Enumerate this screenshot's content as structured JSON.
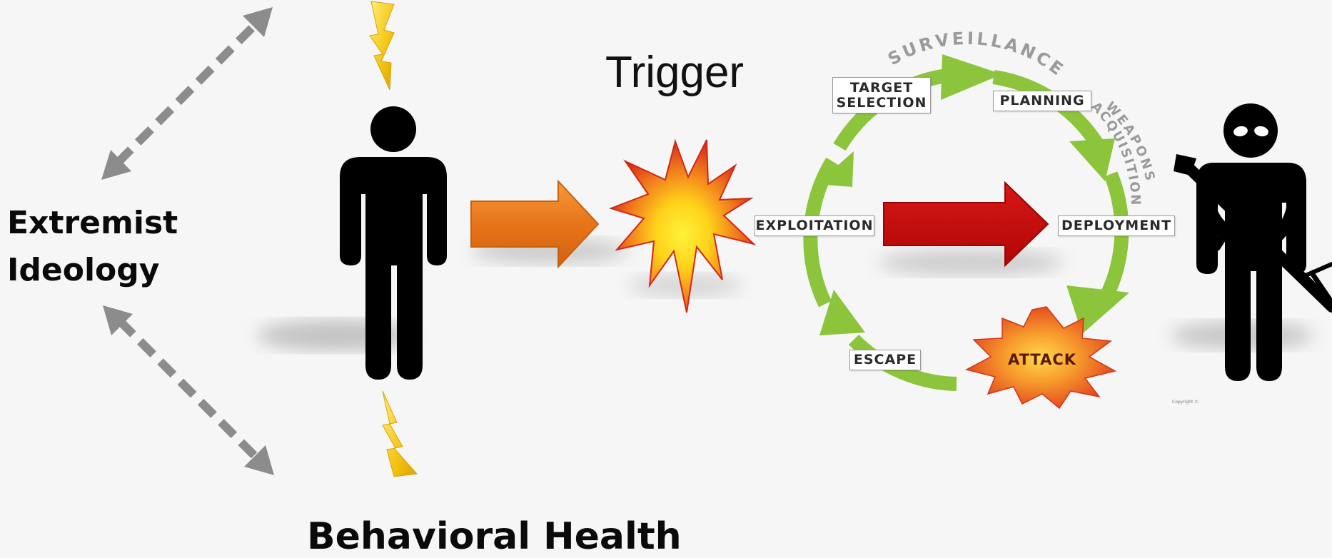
{
  "labels": {
    "ideology_line1": "Extremist",
    "ideology_line2": "Ideology",
    "trigger": "Trigger",
    "behavioral_health": "Behavioral Health"
  },
  "cycle": {
    "target_line1": "TARGET",
    "target_line2": "SELECTION",
    "planning": "PLANNING",
    "exploitation": "EXPLOITATION",
    "deployment": "DEPLOYMENT",
    "escape": "ESCAPE",
    "attack": "ATTACK",
    "surveillance": "SURVEILLANCE",
    "weapons": "WEAPONS",
    "acquisition": "ACQUISITION"
  },
  "copyright": "Copyright ©",
  "colors": {
    "dashed_arrow": "#8c8c8c",
    "lightning": "#f2c511",
    "figure": "#000000",
    "orange_arrow": "#e8741a",
    "red_arrow": "#c50a0a",
    "cycle_green": "#8cc43c",
    "explosion_outer": "#e0301a",
    "explosion_inner": "#ffe21a"
  }
}
